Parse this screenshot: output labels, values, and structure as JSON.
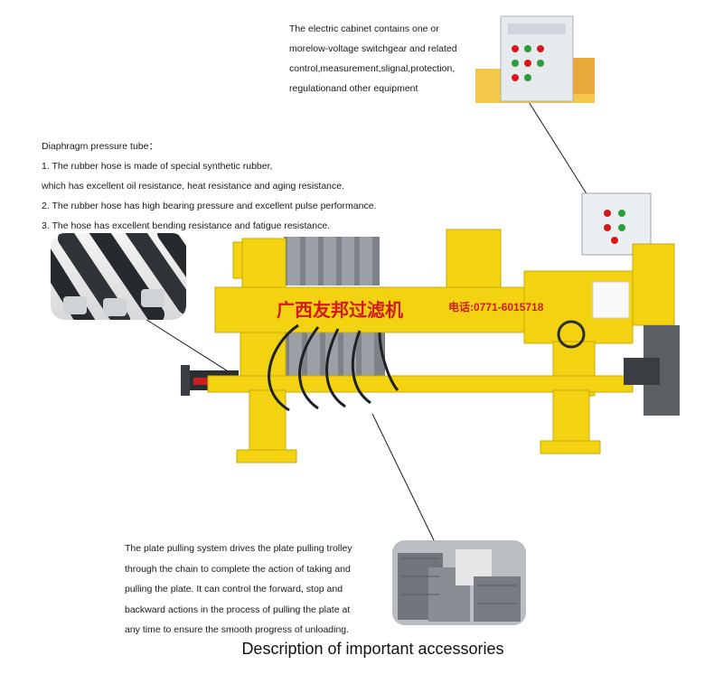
{
  "cabinet_desc": {
    "lines": [
      "The electric cabinet contains one or",
      "morelow-voltage switchgear and related",
      "control,measurement,slignal,protection,",
      "regulationand other equipment"
    ]
  },
  "diaphragm_desc": {
    "lines": [
      "Diaphragm pressure tube：",
      "1. The rubber hose is made of special synthetic rubber,",
      "which has excellent oil resistance, heat resistance and aging resistance.",
      "2. The rubber hose has high bearing pressure and excellent pulse performance.",
      "3. The hose has excellent bending resistance and fatigue resistance."
    ]
  },
  "pulling_desc": {
    "lines": [
      "The plate pulling system drives the plate pulling trolley",
      "through the chain to complete the action of taking and",
      "pulling the plate. It can control the forward, stop and",
      "backward actions in the process of pulling the plate at",
      "any time to ensure the smooth progress of unloading."
    ]
  },
  "machine_banner": {
    "brand": "广西友邦过滤机",
    "phone": "电话:0771-6015718"
  },
  "caption": "Description of important accessories",
  "colors": {
    "machine_yellow": "#f3d311",
    "plate_gray": "#8a8f94",
    "banner_red": "#d11a1a",
    "cabinet_white": "#eceff1",
    "leader_line": "#1a1a1a"
  }
}
